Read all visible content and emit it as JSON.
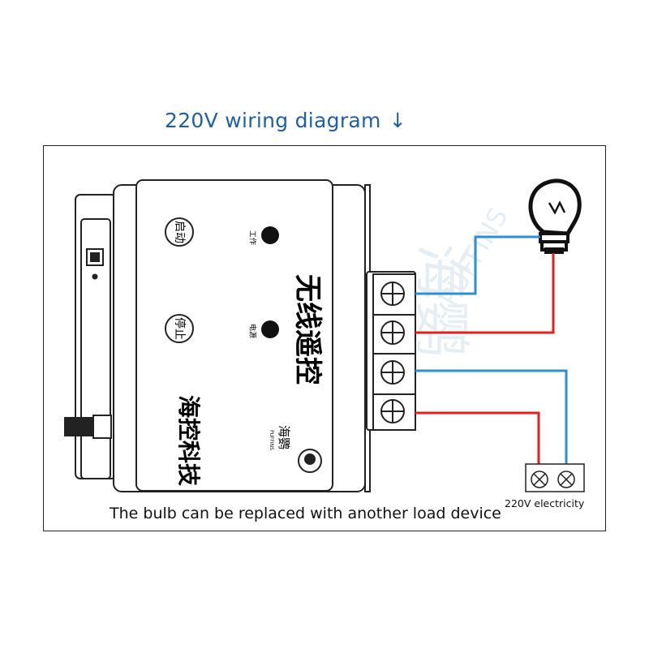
{
  "title": "220V wiring diagram",
  "title_arrow": "↓",
  "caption": "The bulb can be replaced with another load device",
  "power_label": "220V electricity",
  "device": {
    "brand_vertical": "无线遥控",
    "company_vertical": "海控科技",
    "start_button": "启动",
    "stop_button": "停止",
    "work_indicator": "工作",
    "power_indicator": "电源",
    "logo_text": "海鹦",
    "logo_sub": "PUFFINS"
  },
  "watermark": {
    "cn": "海鹦",
    "en": "PUFFINS"
  },
  "colors": {
    "title": "#1f5fa8",
    "live_wire": "#e02020",
    "neutral_wire": "#2e8fd0",
    "outline": "#222222"
  }
}
